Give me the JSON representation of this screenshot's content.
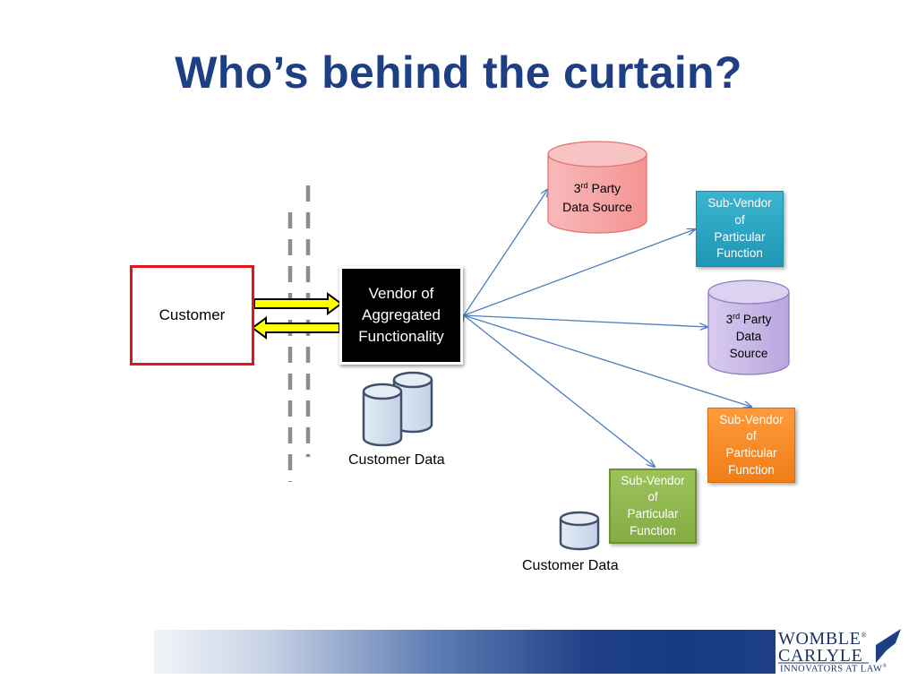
{
  "slide": {
    "title": "Who’s behind the curtain?"
  },
  "nodes": {
    "customer": "Customer",
    "vendor": [
      "Vendor of",
      "Aggregated",
      "Functionality"
    ],
    "sub_vendor_teal": [
      "Sub-Vendor",
      "of",
      "Particular",
      "Function"
    ],
    "sub_vendor_orange": [
      "Sub-Vendor",
      "of",
      "Particular",
      "Function"
    ],
    "sub_vendor_green": [
      "Sub-Vendor",
      "of",
      "Particular",
      "Function"
    ],
    "data_source_top": {
      "number": "3",
      "sup": "rd",
      "line1_rest": " Party",
      "line2": "Data Source"
    },
    "data_source_purple": {
      "number": "3",
      "sup": "rd",
      "line1_rest": " Party",
      "line2": "Data",
      "line3": "Source"
    },
    "customer_data_main": "Customer Data",
    "customer_data_sub": "Customer Data"
  },
  "colors": {
    "title": "#1f3f84",
    "customer_border": "#e3141b",
    "vendor_fill": "#000000",
    "cylinder_pink": "#f6a9aa",
    "cylinder_purple": "#c8b8e6",
    "cylinder_customer": "#cdd9ea",
    "connector": "#4a7ebd",
    "arrow_fill": "#ffff00",
    "footer_dark": "#173a85"
  },
  "footer": {
    "logo_line1": "WOMBLE",
    "logo_line2": "CARLYLE",
    "logo_line3": "INNOVATORS AT LAW",
    "logo_mark": "®"
  }
}
